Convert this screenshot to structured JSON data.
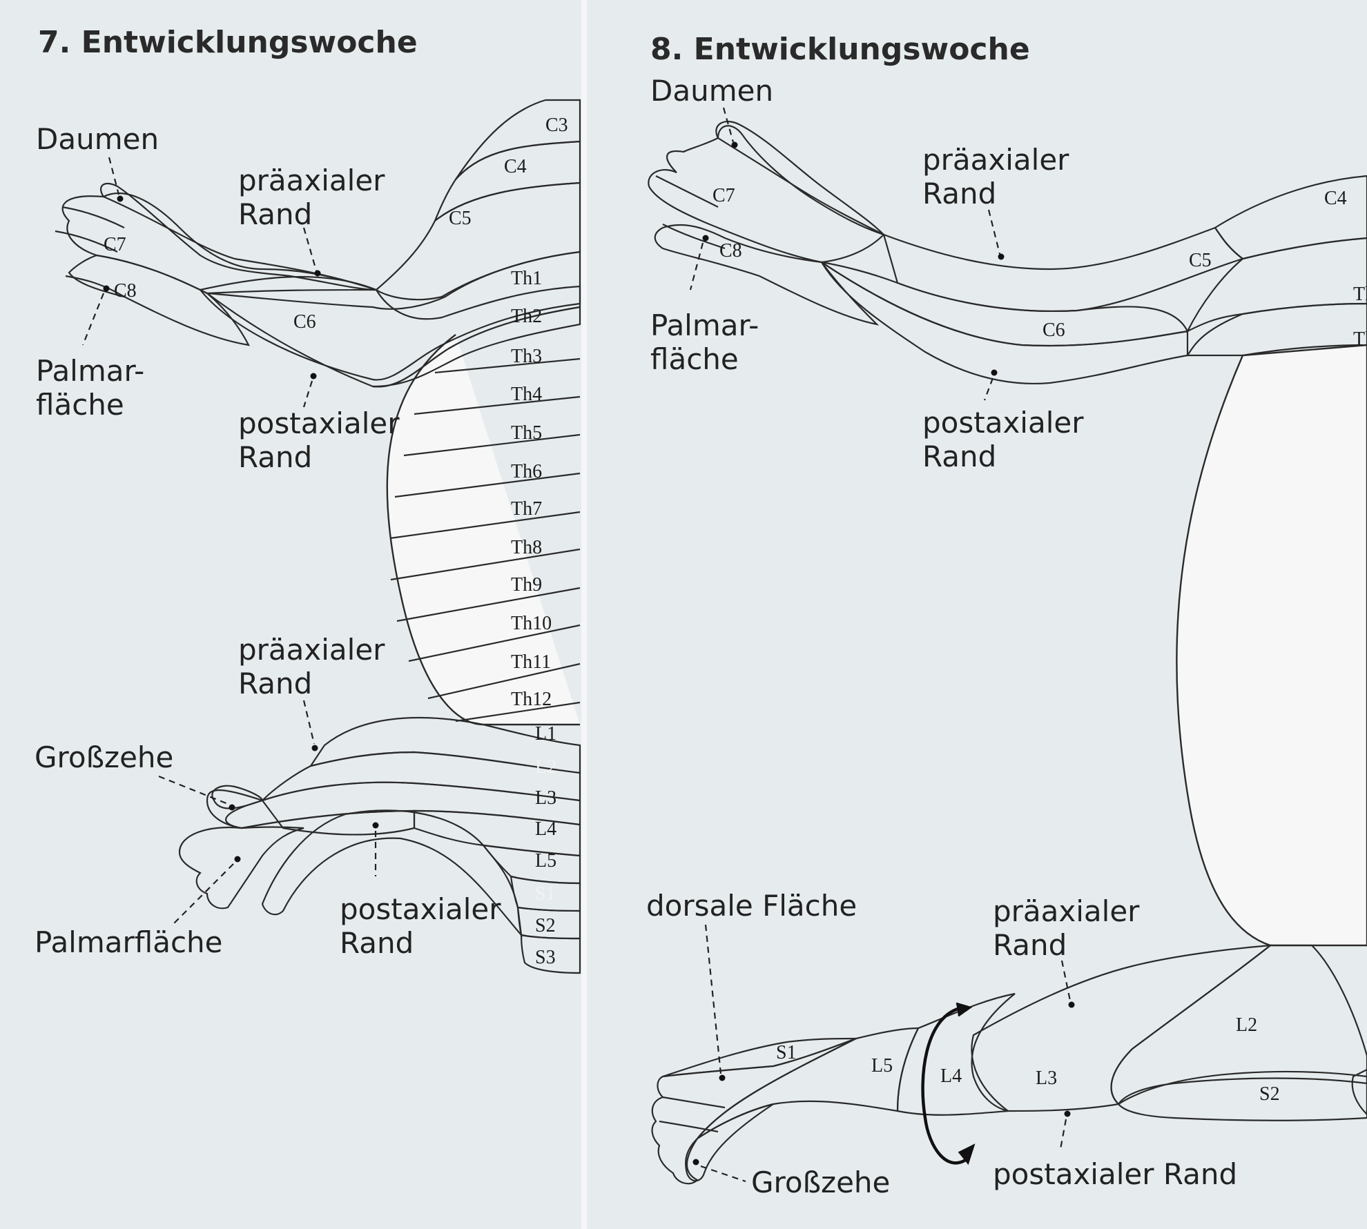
{
  "panel_left": {
    "title": "7. Entwicklungswoche",
    "labels": {
      "daumen": "Daumen",
      "praeaxial_arm_1": "präaxialer",
      "praeaxial_arm_2": "Rand",
      "palmar_arm_1": "Palmar-",
      "palmar_arm_2": "fläche",
      "postaxial_arm_1": "postaxialer",
      "postaxial_arm_2": "Rand",
      "praeaxial_leg_1": "präaxialer",
      "praeaxial_leg_2": "Rand",
      "grosszehe": "Großzehe",
      "palmar_leg": "Palmarfläche",
      "postaxial_leg_1": "postaxialer",
      "postaxial_leg_2": "Rand"
    },
    "segments": [
      "C3",
      "C4",
      "C5",
      "C6",
      "C7",
      "C8",
      "Th1",
      "Th2",
      "Th3",
      "Th4",
      "Th5",
      "Th6",
      "Th7",
      "Th8",
      "Th9",
      "Th10",
      "Th11",
      "Th12",
      "L1",
      "L2",
      "L3",
      "L4",
      "L5",
      "S1",
      "S2",
      "S3"
    ]
  },
  "panel_right": {
    "title": "8. Entwicklungswoche",
    "labels": {
      "daumen": "Daumen",
      "praeaxial_arm_1": "präaxialer",
      "praeaxial_arm_2": "Rand",
      "palmar_arm_1": "Palmar-",
      "palmar_arm_2": "fläche",
      "postaxial_arm_1": "postaxialer",
      "postaxial_arm_2": "Rand",
      "dorsale": "dorsale Fläche",
      "praeaxial_leg_1": "präaxialer",
      "praeaxial_leg_2": "Rand",
      "grosszehe": "Großzehe",
      "postaxial_leg": "postaxialer Rand"
    },
    "segments": [
      "C4",
      "C5",
      "C6",
      "C7",
      "C8",
      "Th",
      "Th",
      "L2",
      "L3",
      "L4",
      "L5",
      "S1",
      "S2"
    ]
  },
  "colors": {
    "background": "#e6ecee",
    "c3": "#b8442b",
    "c4": "#c85a3c",
    "c5": "#d47852",
    "c6": "#e09a72",
    "c7": "#ecbc9e",
    "c8": "#f0d8cc",
    "th1": "#f2df2a",
    "th2": "#f4e678",
    "l1": "#4454a4",
    "l2": "#5a68b4",
    "l3": "#7a86c4",
    "l4": "#a0a8d4",
    "l5": "#c4c8e6",
    "s1": "#6c6c6c",
    "s2": "#9a9a9a",
    "s3": "#d2d2d2"
  }
}
